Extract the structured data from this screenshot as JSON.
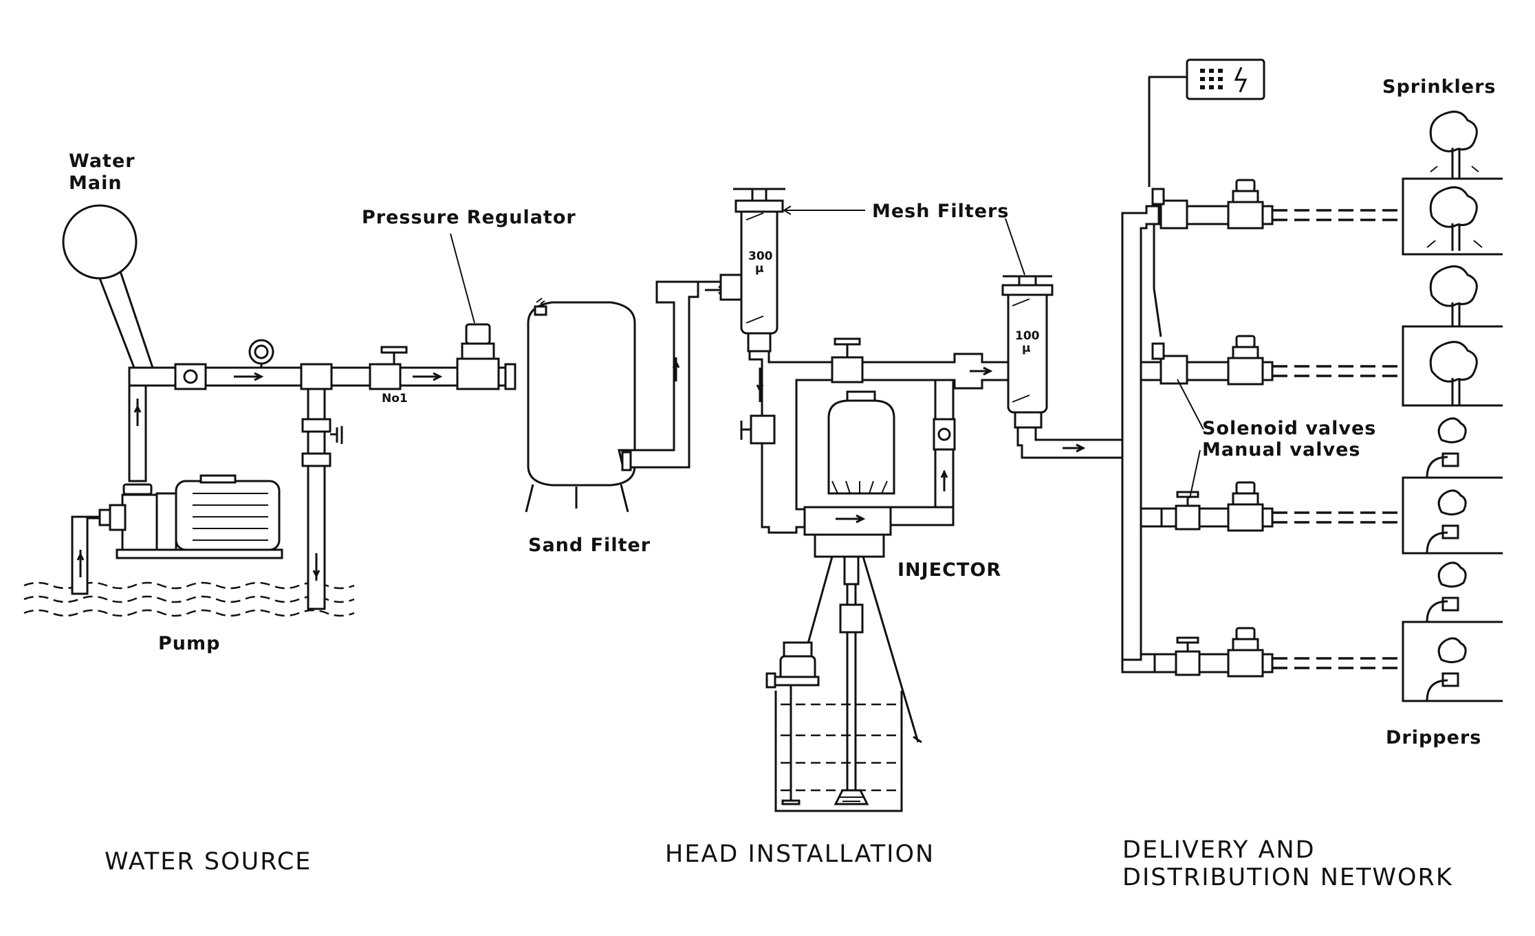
{
  "labels": {
    "water_main": [
      "Water",
      "Main"
    ],
    "pump": "Pump",
    "pressure_regulator": "Pressure Regulator",
    "valve_no1": "No1",
    "sand_filter": "Sand Filter",
    "mesh_filters": "Mesh Filters",
    "filter_300": [
      "300",
      "μ"
    ],
    "filter_100": [
      "100",
      "μ"
    ],
    "injector": "INJECTOR",
    "solenoid_valves": "Solenoid valves",
    "manual_valves": "Manual valves",
    "sprinklers": "Sprinklers",
    "drippers": "Drippers"
  },
  "sections": {
    "water_source": "WATER SOURCE",
    "head_installation": "HEAD INSTALLATION",
    "delivery": [
      "DELIVERY AND",
      "DISTRIBUTION NETWORK"
    ]
  },
  "colors": {
    "ink": "#111111",
    "paper": "#ffffff"
  }
}
